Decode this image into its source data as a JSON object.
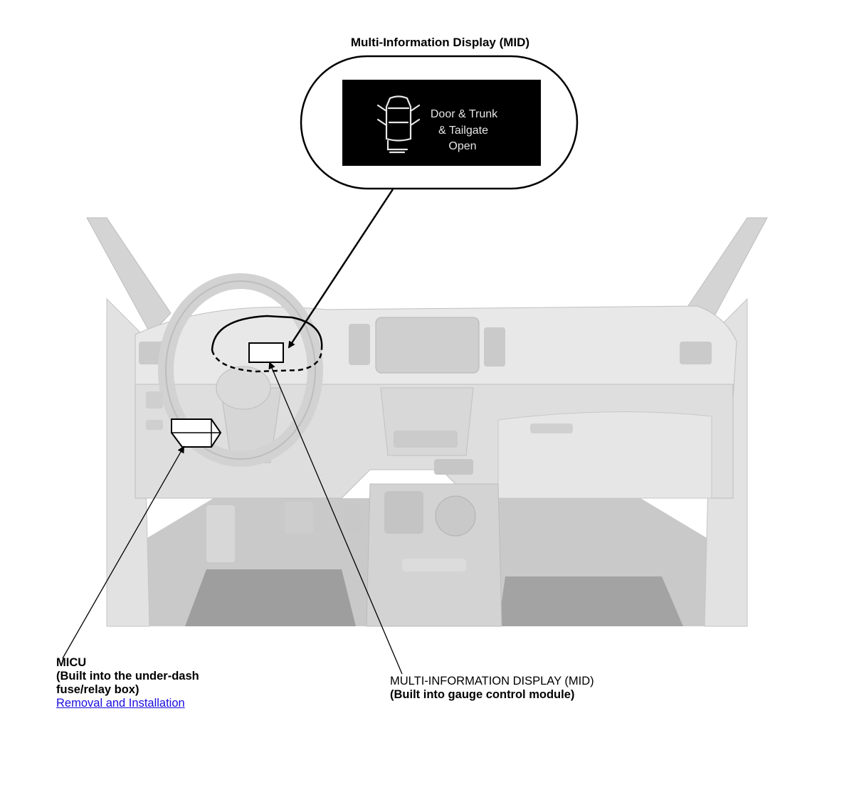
{
  "callout_title": "Multi-Information Display (MID)",
  "mid_screen": {
    "lines": [
      "Door & Trunk",
      "& Tailgate",
      "Open"
    ],
    "icon": "car-doors-open-icon"
  },
  "labels": {
    "micu": {
      "name": "MICU",
      "desc_line1": "(Built into the under-dash",
      "desc_line2": "fuse/relay box)",
      "link": "Removal and Installation"
    },
    "mid": {
      "name": "MULTI-INFORMATION DISPLAY (MID)",
      "desc": "(Built into gauge control module)"
    }
  }
}
